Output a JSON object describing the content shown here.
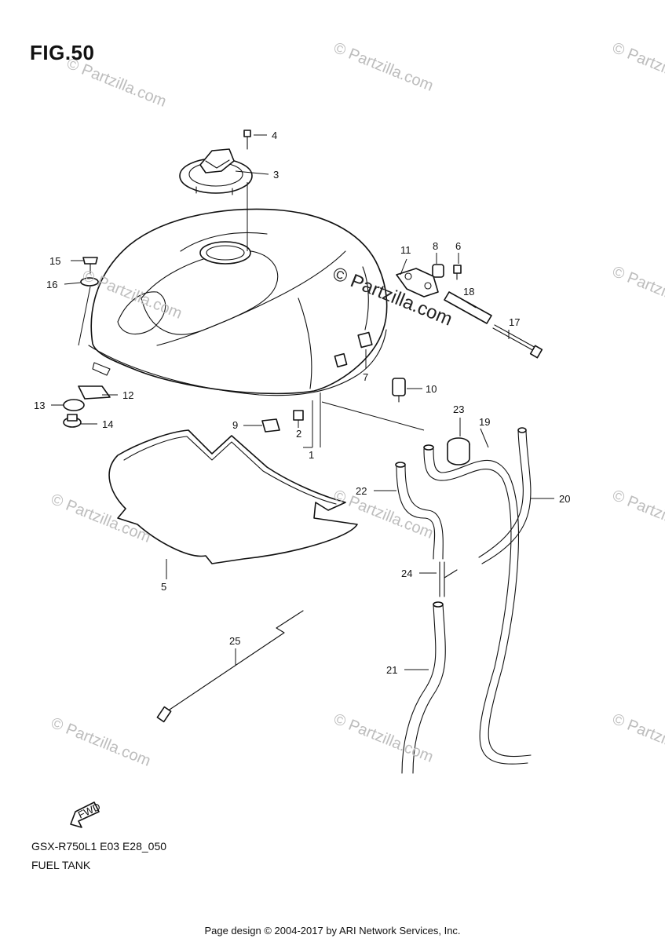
{
  "figure": {
    "title": "FIG.50",
    "model_code": "GSX-R750L1 E03 E28_050",
    "section_name": "FUEL TANK"
  },
  "footer": {
    "text": "Page design © 2004-2017 by ARI Network Services, Inc."
  },
  "watermark": {
    "text": "© Partzilla.com",
    "color": "#bdbdbd"
  },
  "fwd_arrow": {
    "label": "FWD"
  },
  "callouts": [
    "1",
    "2",
    "3",
    "4",
    "5",
    "6",
    "7",
    "8",
    "9",
    "10",
    "11",
    "12",
    "13",
    "14",
    "15",
    "16",
    "17",
    "18",
    "19",
    "20",
    "21",
    "22",
    "23",
    "24",
    "25"
  ]
}
